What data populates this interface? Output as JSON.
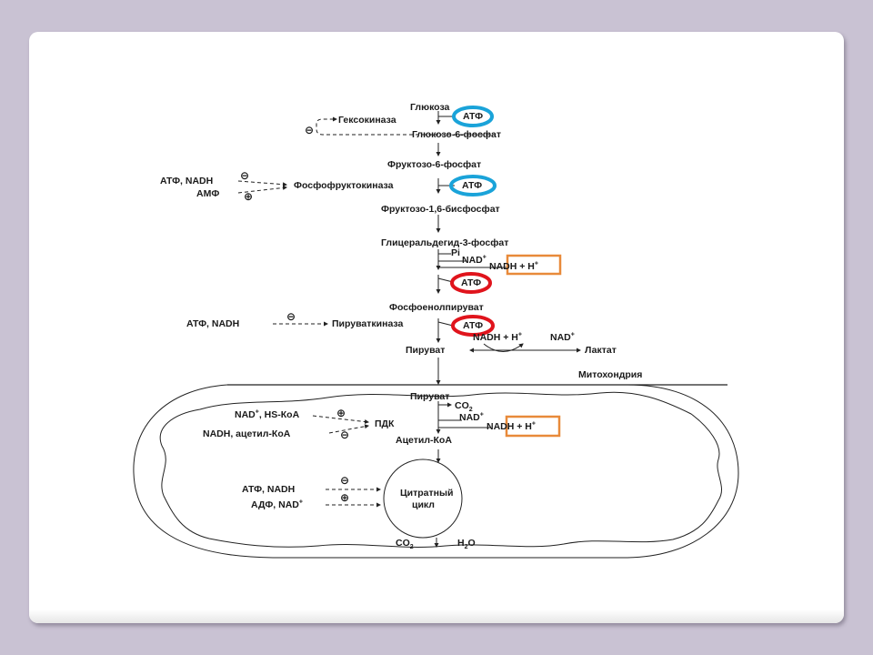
{
  "slide": {
    "background_color": "#c9c2d3",
    "highlight_colors": {
      "invest_atp_ring": "#1aa3d9",
      "yield_atp_ring": "#e0141c",
      "nadh_box": "#e88a3a"
    }
  },
  "glycolysis": {
    "glucose": "Глюкоза",
    "hexokinase": "Гексокиназа",
    "g6p": "Глюкозо-6-фосфат",
    "f6p": "Фруктозо-6-фосфат",
    "pfk": "Фосфофруктокиназа",
    "f16bp": "Фруктозо-1,6-бисфосфат",
    "g3p": "Глицеральдегид-3-фосфат",
    "pi": "Pi",
    "nad_plus": "NAD",
    "nadh_h": "NADH + H",
    "pep": "Фосфоенолпируват",
    "pyruvate_kinase": "Пируваткиназа",
    "pyruvate": "Пируват",
    "lactate": "Лактат",
    "atp": "АТФ"
  },
  "regulators": {
    "hk_inhibitor_sign": "⊖",
    "pfk_inhibitors": "АТФ, NADH",
    "pfk_activator": "АМФ",
    "pk_inhibitors": "АТФ, NADH",
    "minus_sign": "⊖",
    "plus_sign": "⊕"
  },
  "mitochondria": {
    "label": "Митохондрия",
    "pyruvate": "Пируват",
    "co2": "CO",
    "nad_plus": "NAD",
    "nadh_h": "NADH + H",
    "pdc": "ПДК",
    "pdc_activators": "NAD",
    "pdc_activators_rest": ", HS-КоА",
    "pdc_inhibitors": "NADH, ацетил-КоА",
    "acetyl_coa": "Ацетил-КоА",
    "tca_line1": "Цитратный",
    "tca_line2": "цикл",
    "tca_inhibitors": "АТФ, NADH",
    "tca_activators": "АДФ, NAD",
    "product_co2": "CO",
    "product_h2o_h": "H",
    "product_h2o_o": "O",
    "sub_2": "2",
    "sup_plus": "+"
  }
}
